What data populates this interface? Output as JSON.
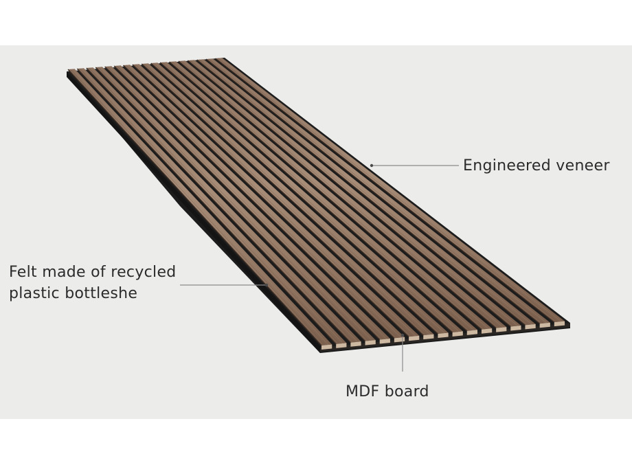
{
  "labels": {
    "veneer": "Engineered veneer",
    "felt_line1": "Felt made of recycled",
    "felt_line2": "plastic bottleshe",
    "mdf": "MDF board"
  },
  "colors": {
    "background": "#ececeb",
    "felt": "#1c1c1c",
    "wood_light": "#a68b76",
    "wood_mid": "#8e7260",
    "wood_dark": "#6a5142",
    "slat_end": "#cdb8a2",
    "leader_line": "#8a8a8a",
    "text": "#2b2b2b"
  },
  "slat_count": 17
}
